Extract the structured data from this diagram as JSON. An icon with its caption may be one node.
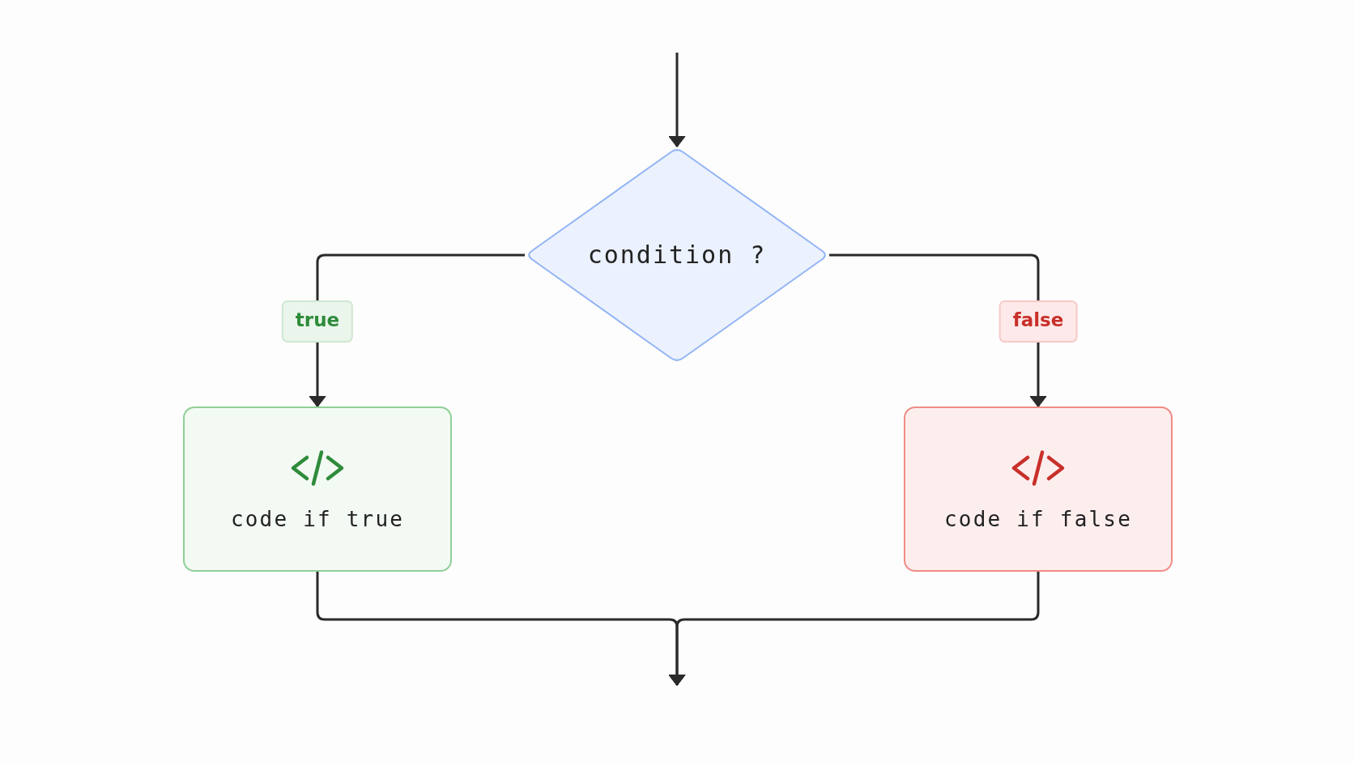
{
  "diagram": {
    "nodes": [
      {
        "text": [
          "condition ?"
        ]
      },
      {
        "text": [
          "code if true"
        ]
      },
      {
        "text": [
          "code if false"
        ]
      }
    ],
    "edges": [
      {
        "from": null,
        "to": 0,
        "arrow": "to"
      },
      {
        "from": 0,
        "to": 1,
        "arrow": "to",
        "label": "true"
      },
      {
        "from": 0,
        "to": 2,
        "arrow": "to",
        "label": "false"
      },
      {
        "from": 1,
        "to": null,
        "arrow": "to"
      },
      {
        "from": 2,
        "to": null,
        "arrow": "to"
      }
    ]
  }
}
